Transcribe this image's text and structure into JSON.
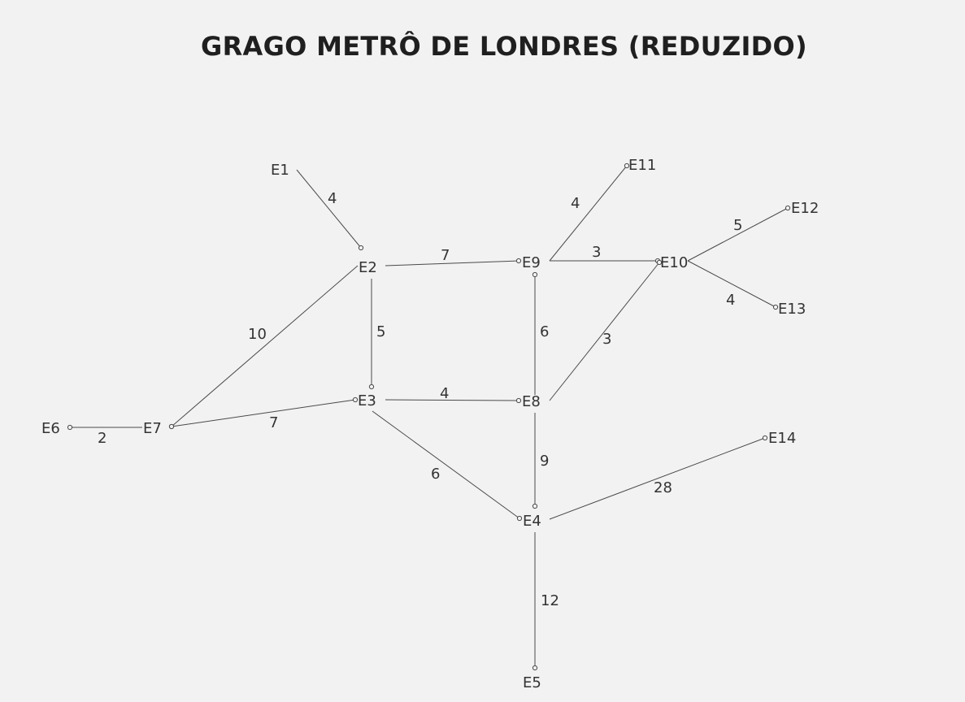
{
  "title": "GRAGO METRÔ DE LONDRES (REDUZIDO)",
  "nodes": [
    "E1",
    "E2",
    "E3",
    "E4",
    "E5",
    "E6",
    "E7",
    "E8",
    "E9",
    "E10",
    "E11",
    "E12",
    "E13",
    "E14"
  ],
  "edges": [
    {
      "id": "E1-E2",
      "weight": "4"
    },
    {
      "id": "E2-E9",
      "weight": "7"
    },
    {
      "id": "E2-E3",
      "weight": "5"
    },
    {
      "id": "E2-E7",
      "weight": "10"
    },
    {
      "id": "E9-E11",
      "weight": "4"
    },
    {
      "id": "E9-E10",
      "weight": "3"
    },
    {
      "id": "E9-E8",
      "weight": "6"
    },
    {
      "id": "E10-E12",
      "weight": "5"
    },
    {
      "id": "E10-E13",
      "weight": "4"
    },
    {
      "id": "E8-E10",
      "weight": "3"
    },
    {
      "id": "E3-E8",
      "weight": "4"
    },
    {
      "id": "E3-E7",
      "weight": "7"
    },
    {
      "id": "E6-E7",
      "weight": "2"
    },
    {
      "id": "E3-E4",
      "weight": "6"
    },
    {
      "id": "E8-E4",
      "weight": "9"
    },
    {
      "id": "E4-E14",
      "weight": "28"
    },
    {
      "id": "E4-E5",
      "weight": "12"
    }
  ]
}
